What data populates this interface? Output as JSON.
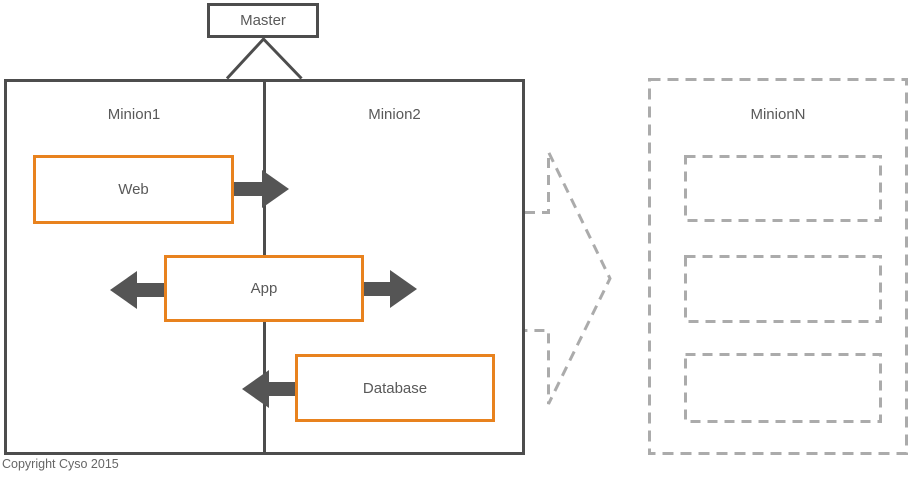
{
  "diagram": {
    "master": {
      "label": "Master"
    },
    "cluster": {
      "minions": [
        {
          "label": "Minion1"
        },
        {
          "label": "Minion2"
        }
      ],
      "services": [
        {
          "label": "Web"
        },
        {
          "label": "App"
        },
        {
          "label": "Database"
        }
      ]
    },
    "scaled_minion": {
      "label": "MinionN",
      "empty_slots": 3
    },
    "footer": {
      "copyright": "Copyright Cyso 2015"
    },
    "colors": {
      "accent_orange": "#e8821e",
      "line_dark": "#4d4d4d",
      "arrow_gray": "#555555",
      "dashed_gray": "#ababab",
      "text_gray": "#595959"
    }
  }
}
